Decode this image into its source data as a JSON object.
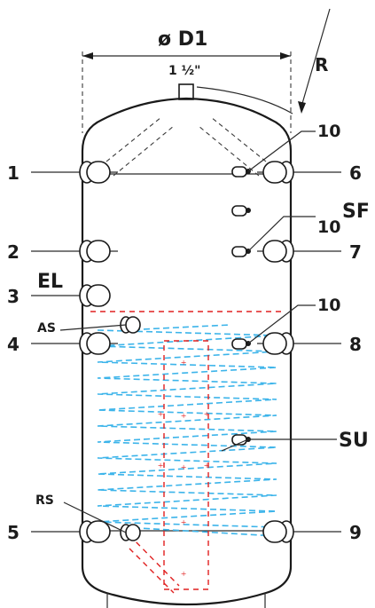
{
  "diagram": {
    "diameter_label": "ø D1",
    "top_fitting_size": "1 ½\"",
    "relief_label": "R",
    "left_ports": [
      "1",
      "2",
      "3",
      "4",
      "5"
    ],
    "right_ports": [
      "6",
      "7",
      "8",
      "9"
    ],
    "sensor_labels": [
      "10",
      "10",
      "10"
    ],
    "named_labels": {
      "el": "EL",
      "sf": "SF",
      "as": "AS",
      "su": "SU",
      "rs": "RS"
    },
    "colors": {
      "outline": "#1a1a1a",
      "coil": "#3cb4ea",
      "heater": "#e02020"
    }
  }
}
